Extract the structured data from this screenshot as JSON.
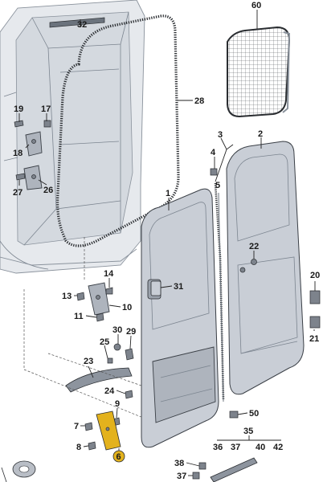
{
  "callouts": [
    {
      "id": "32",
      "label": "32"
    },
    {
      "id": "60",
      "label": "60"
    },
    {
      "id": "28",
      "label": "28"
    },
    {
      "id": "19",
      "label": "19"
    },
    {
      "id": "17",
      "label": "17"
    },
    {
      "id": "18",
      "label": "18"
    },
    {
      "id": "27",
      "label": "27"
    },
    {
      "id": "26",
      "label": "26"
    },
    {
      "id": "3",
      "label": "3"
    },
    {
      "id": "2",
      "label": "2"
    },
    {
      "id": "4",
      "label": "4"
    },
    {
      "id": "5",
      "label": "5"
    },
    {
      "id": "1",
      "label": "1"
    },
    {
      "id": "22",
      "label": "22"
    },
    {
      "id": "20",
      "label": "20"
    },
    {
      "id": "14",
      "label": "14"
    },
    {
      "id": "13",
      "label": "13"
    },
    {
      "id": "10",
      "label": "10"
    },
    {
      "id": "11",
      "label": "11"
    },
    {
      "id": "31",
      "label": "31"
    },
    {
      "id": "30",
      "label": "30"
    },
    {
      "id": "29",
      "label": "29"
    },
    {
      "id": "25",
      "label": "25"
    },
    {
      "id": "21",
      "label": "21"
    },
    {
      "id": "23",
      "label": "23"
    },
    {
      "id": "24",
      "label": "24"
    },
    {
      "id": "9",
      "label": "9"
    },
    {
      "id": "50",
      "label": "50"
    },
    {
      "id": "7",
      "label": "7"
    },
    {
      "id": "8",
      "label": "8"
    },
    {
      "id": "35",
      "label": "35"
    },
    {
      "id": "36",
      "label": "36"
    },
    {
      "id": "37a",
      "label": "37"
    },
    {
      "id": "40",
      "label": "40"
    },
    {
      "id": "42",
      "label": "42"
    },
    {
      "id": "6",
      "label": "6"
    },
    {
      "id": "38",
      "label": "38"
    },
    {
      "id": "37b",
      "label": "37"
    }
  ]
}
